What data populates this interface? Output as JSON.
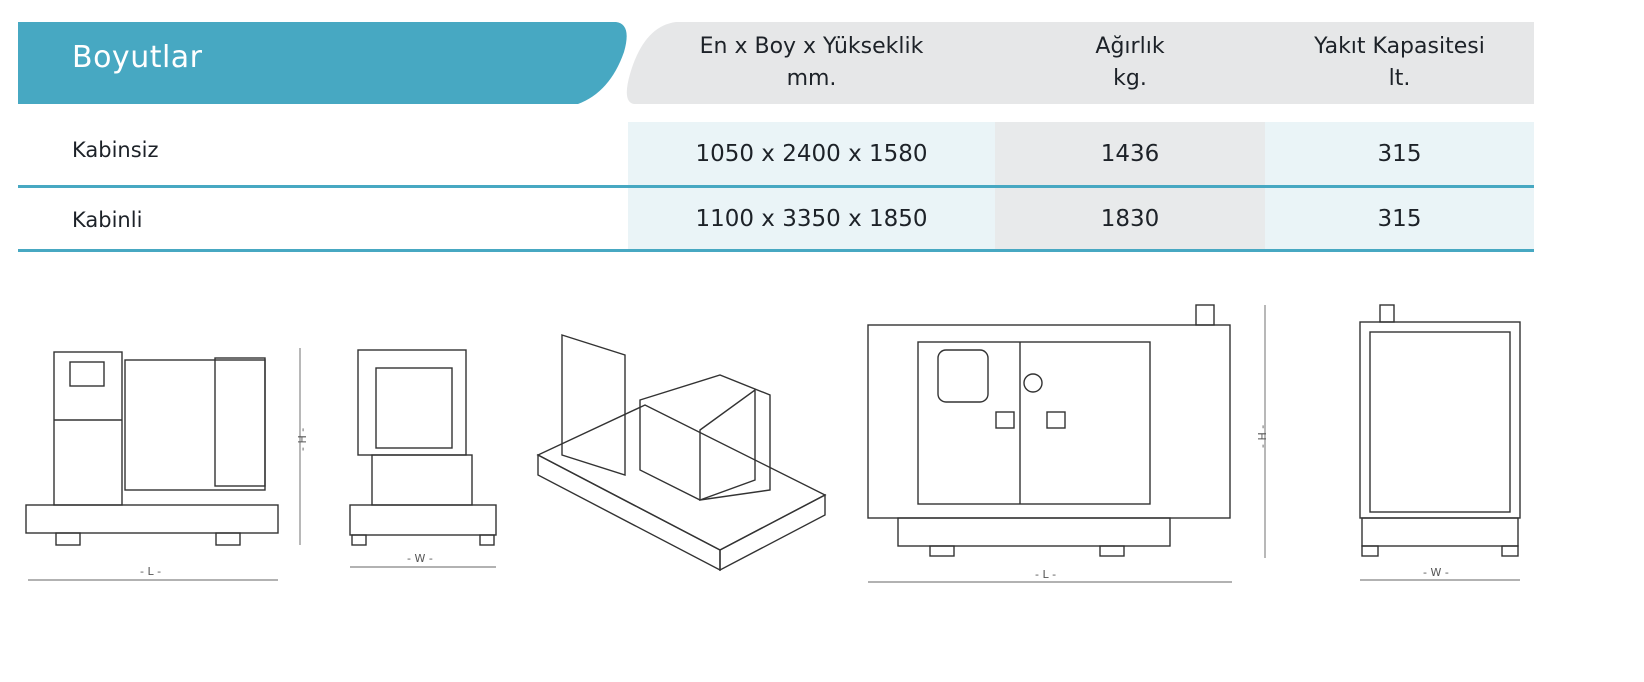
{
  "title": "Boyutlar",
  "columns": [
    {
      "label": "En x Boy x Yükseklik",
      "unit": "mm."
    },
    {
      "label": "Ağırlık",
      "unit": "kg."
    },
    {
      "label": "Yakıt Kapasitesi",
      "unit": "lt."
    }
  ],
  "rows": [
    {
      "label": "Kabinsiz",
      "dimensions": "1050 x 2400 x 1580",
      "weight": "1436",
      "fuel": "315"
    },
    {
      "label": "Kabinli",
      "dimensions": "1100 x 3350 x 1850",
      "weight": "1830",
      "fuel": "315"
    }
  ],
  "drawing_labels": {
    "length": "- L -",
    "width": "- W -",
    "height": "- H -"
  },
  "colors": {
    "accent": "#47a8c2",
    "header_bg": "#e6e7e8",
    "cell_blue": "#eaf4f7",
    "cell_gray": "#e8eaeb"
  }
}
